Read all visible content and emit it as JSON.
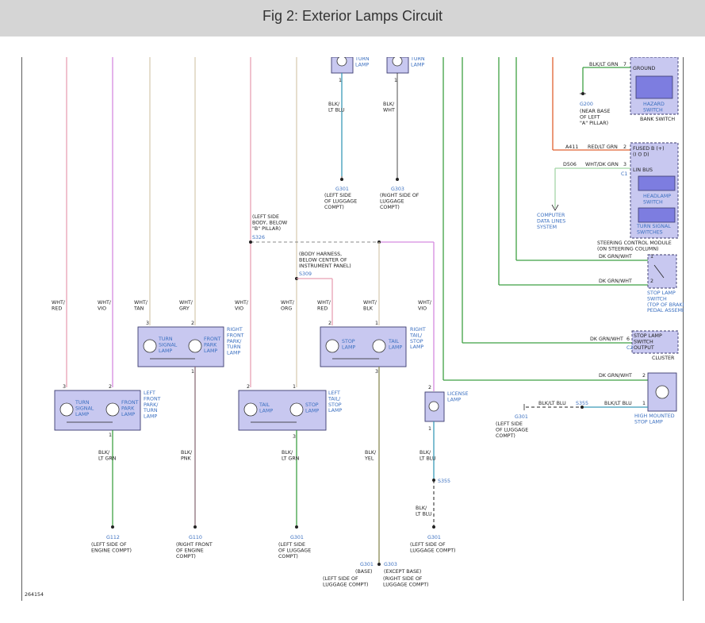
{
  "title": "Fig 2: Exterior Lamps Circuit",
  "figure_id": "264154",
  "colors": {
    "header_bg": "#d5d5d5",
    "box_fill": "#c8c8f0",
    "label_blue": "#3a6fc0",
    "wire_pink": "#e8a0b4",
    "wire_violet": "#d58ae0",
    "wire_tan": "#d8ccb4",
    "wire_green": "#3fa043",
    "wire_orange": "#e06030",
    "wire_blue": "#3a9ab8"
  },
  "top_lamps": {
    "left": {
      "label": "TURN\nLAMP",
      "pin": "1",
      "wire": "BLK/\nLT BLU",
      "ground": "G301",
      "ground_desc": "(LEFT SIDE\nOF LUGGAGE\nCOMPT)"
    },
    "right": {
      "label": "TURN\nLAMP",
      "pin": "1",
      "wire": "BLK/\nWHT",
      "ground": "G303",
      "ground_desc": "(RIGHT SIDE OF\nLUGGAGE\nCOMPT)"
    }
  },
  "splices": {
    "s326": {
      "name": "S326",
      "desc": "(LEFT SIDE\nBODY, BELOW\n\"B\" PILLAR)"
    },
    "s309": {
      "name": "S309",
      "desc": "(BODY HARNESS,\nBELOW CENTER OF\nINSTRUMENT PANEL)"
    },
    "s355a": {
      "name": "S355"
    },
    "s355b": {
      "name": "S355"
    }
  },
  "wire_labels": {
    "w1": "WHT/\nRED",
    "w2": "WHT/\nVIO",
    "w3": "WHT/\nTAN",
    "w4": "WHT/\nGRY",
    "w5": "WHT/\nVIO",
    "w6": "WHT/\nORG",
    "w7": "WHT/\nRED",
    "w8": "WHT/\nBLK",
    "w9": "WHT/\nVIO"
  },
  "assemblies": {
    "right_front": {
      "label": "RIGHT\nFRONT\nPARK/\nTURN\nLAMP",
      "lamp_a": "TURN\nSIGNAL\nLAMP",
      "lamp_b": "FRONT\nPARK\nLAMP",
      "pin_a": "3",
      "pin_b": "2",
      "pin_gnd": "1"
    },
    "right_tail": {
      "label": "RIGHT\nTAIL/\nSTOP\nLAMP",
      "lamp_a": "STOP\nLAMP",
      "lamp_b": "TAIL\nLAMP",
      "pin_a": "2",
      "pin_b": "1",
      "pin_gnd": "3"
    },
    "left_front": {
      "label": "LEFT\nFRONT\nPARK/\nTURN\nLAMP",
      "lamp_a": "TURN\nSIGNAL\nLAMP",
      "lamp_b": "FRONT\nPARK\nLAMP",
      "pin_a": "3",
      "pin_b": "2",
      "pin_gnd": "1"
    },
    "left_tail": {
      "label": "LEFT\nTAIL/\nSTOP\nLAMP",
      "lamp_a": "TAIL\nLAMP",
      "lamp_b": "STOP\nLAMP",
      "pin_a": "2",
      "pin_b": "1",
      "pin_gnd": "3"
    },
    "license": {
      "label": "LICENSE\nLAMP",
      "pin_a": "2",
      "pin_gnd": "1"
    }
  },
  "grounds": {
    "g112": {
      "name": "G112",
      "wire": "BLK/\nLT GRN",
      "desc": "(LEFT SIDE OF\nENGINE COMPT)"
    },
    "g110": {
      "name": "G110",
      "wire": "BLK/\nPNK",
      "desc": "(RIGHT FRONT\nOF ENGINE\nCOMPT)"
    },
    "g301a": {
      "name": "G301",
      "wire": "BLK/\nLT GRN",
      "desc": "(LEFT SIDE\nOF LUGGAGE\nCOMPT)"
    },
    "g301b": {
      "name": "G301",
      "wire": "BLK/\nLT BLU",
      "wire2": "BLK/\nLT BLU",
      "desc": "(LEFT SIDE OF\nLUGGAGE COMPT)"
    },
    "g301c": {
      "name": "G301",
      "sub": "(BASE)",
      "desc": "(LEFT SIDE OF\nLUGGAGE COMPT)"
    },
    "g303": {
      "name": "G303",
      "sub": "(EXCEPT BASE)",
      "desc": "(RIGHT SIDE OF\nLUGGAGE COMPT)"
    },
    "tail_wire": "BLK/\nYEL"
  },
  "right_side": {
    "bank_switch": {
      "label": "BANK SWITCH",
      "ground": "GROUND",
      "hazard": "HAZARD\nSWITCH",
      "pin": "7",
      "wire": "BLK/LT GRN"
    },
    "g200": {
      "name": "G200",
      "desc": "(NEAR BASE\nOF LEFT\n\"A\" PILLAR)"
    },
    "steering": {
      "label": "STEERING CONTROL MODULE\n(ON STEERING COLUMN)",
      "fused": "FUSED B (+)\n(I O D)",
      "lin": "LIN BUS",
      "c1": "C1",
      "headlamp": "HEADLAMP\nSWITCH",
      "turn": "TURN SIGNAL\nSWITCHES",
      "pin2": "2",
      "pin3": "3",
      "a411": "A411",
      "a411_wire": "RED/LT GRN",
      "d506": "D506",
      "d506_wire": "WHT/DK GRN"
    },
    "computer": "COMPUTER\nDATA LINES\nSYSTEM",
    "stop_switch": {
      "label": "STOP LAMP\nSWITCH\n(TOP OF BRAKE\nPEDAL ASSEMBLY)",
      "wire1": "DK GRN/WHT",
      "wire2": "DK GRN/WHT",
      "pin1": "1",
      "pin2": "2"
    },
    "cluster": {
      "label": "CLUSTER",
      "output": "STOP LAMP\nSWITCH\nOUTPUT",
      "pin": "6",
      "conn": "C2",
      "wire": "DK GRN/WHT"
    },
    "high_mount": {
      "label": "HIGH MOUNTED\nSTOP LAMP",
      "wire_in": "DK GRN/WHT",
      "wire_out": "BLK/LT BLU",
      "wire_out2": "BLK/LT BLU",
      "pin_in": "2",
      "pin_out": "1",
      "splice": "S355",
      "ground": "G301",
      "ground_desc": "(LEFT SIDE\nOF LUGGAGE\nCOMPT)"
    }
  }
}
